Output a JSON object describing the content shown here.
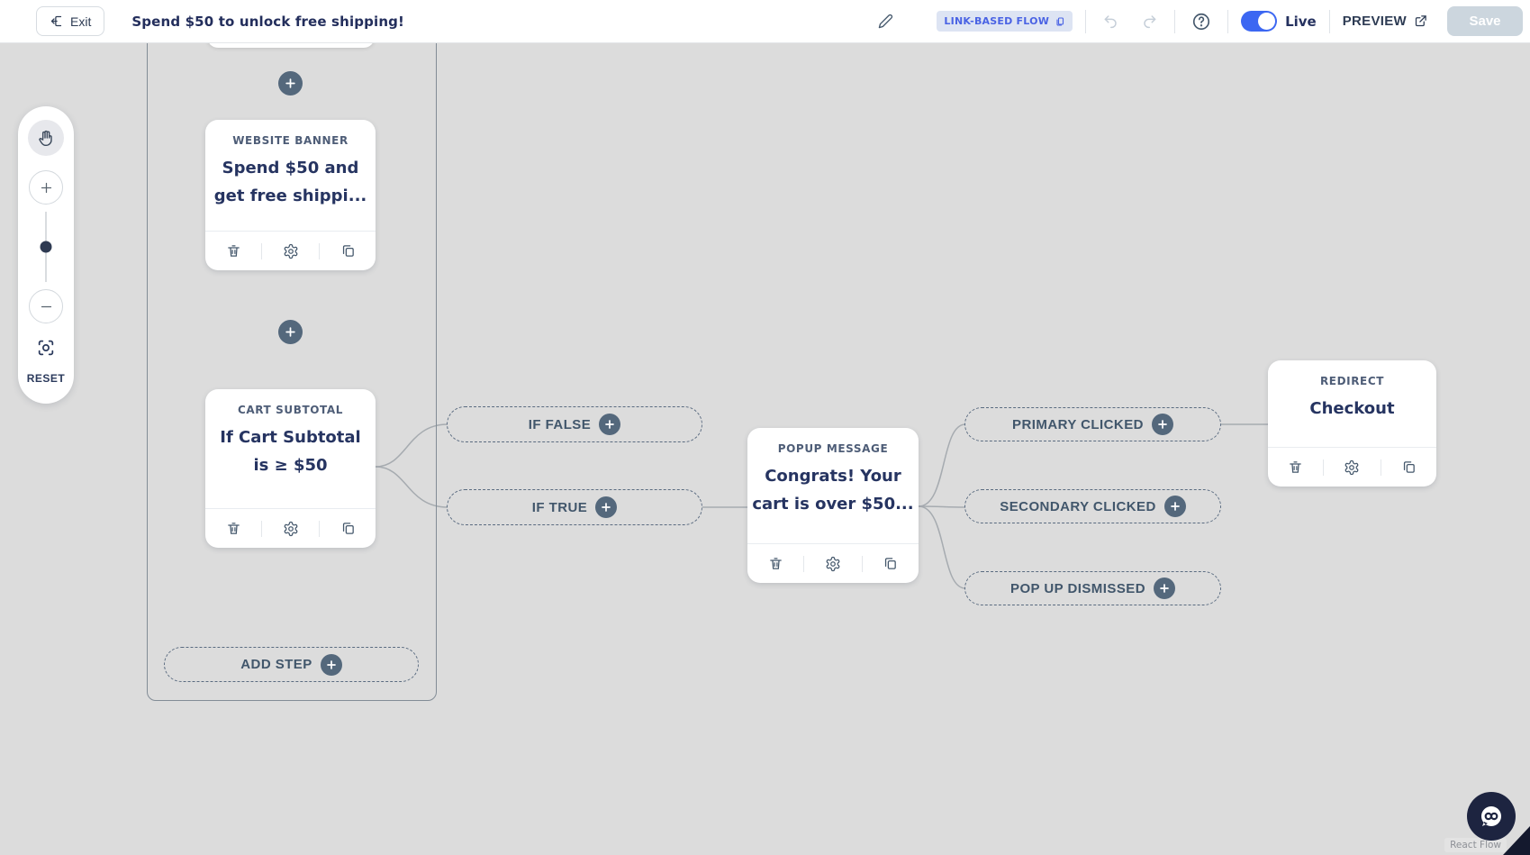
{
  "header": {
    "exit": "Exit",
    "title": "Spend $50 to unlock free shipping!",
    "badge": "LINK-BASED FLOW",
    "live": "Live",
    "preview": "PREVIEW",
    "save": "Save"
  },
  "toolbar": {
    "reset": "RESET"
  },
  "flow": {
    "nodes": {
      "banner": {
        "label": "WEBSITE BANNER",
        "line1": "Spend $50 and",
        "line2": "get free shippi..."
      },
      "cart": {
        "label": "CART SUBTOTAL",
        "line1": "If Cart Subtotal",
        "line2": "is ≥ $50"
      },
      "popup": {
        "label": "POPUP MESSAGE",
        "line1": "Congrats! Your",
        "line2": "cart is over $50..."
      },
      "redirect": {
        "label": "REDIRECT",
        "line1": "Checkout"
      }
    },
    "pills": {
      "if_false": "IF FALSE",
      "if_true": "IF TRUE",
      "primary": "PRIMARY CLICKED",
      "secondary": "SECONDARY CLICKED",
      "dismissed": "POP UP DISMISSED",
      "add_step": "ADD STEP"
    }
  },
  "attribution": "React Flow",
  "colors": {
    "accent_blue": "#3c67f2",
    "navy_text": "#263461",
    "slate": "#54687c",
    "canvas_bg": "#dcdcdc",
    "badge_bg": "#dde4f3",
    "badge_text": "#4a63e4"
  }
}
